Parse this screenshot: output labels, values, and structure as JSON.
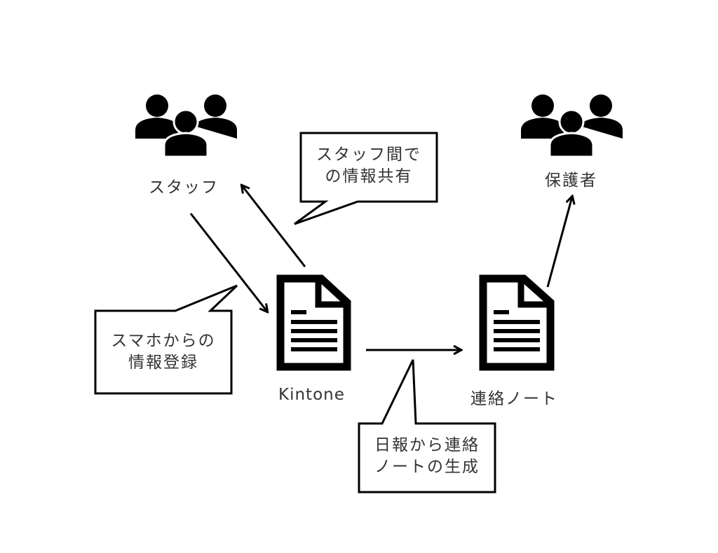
{
  "diagram": {
    "colors": {
      "stroke": "#000000",
      "text": "#333333",
      "background": "#ffffff"
    },
    "nodes": {
      "staff": {
        "label": "スタッフ",
        "icon": "people-group-icon"
      },
      "guardians": {
        "label": "保護者",
        "icon": "people-group-icon"
      },
      "kintone": {
        "label": "Kintone",
        "icon": "document-icon"
      },
      "contact_note": {
        "label": "連絡ノート",
        "icon": "document-icon"
      }
    },
    "callouts": {
      "staff_sharing": {
        "line1": "スタッフ間で",
        "line2": "の情報共有"
      },
      "smartphone_registration": {
        "line1": "スマホからの",
        "line2": "情報登録"
      },
      "note_generation": {
        "line1": "日報から連絡",
        "line2": "ノートの生成"
      }
    },
    "edges": [
      {
        "from": "staff",
        "to": "kintone"
      },
      {
        "from": "kintone",
        "to": "staff"
      },
      {
        "from": "kintone",
        "to": "contact_note"
      },
      {
        "from": "contact_note",
        "to": "guardians"
      }
    ]
  }
}
